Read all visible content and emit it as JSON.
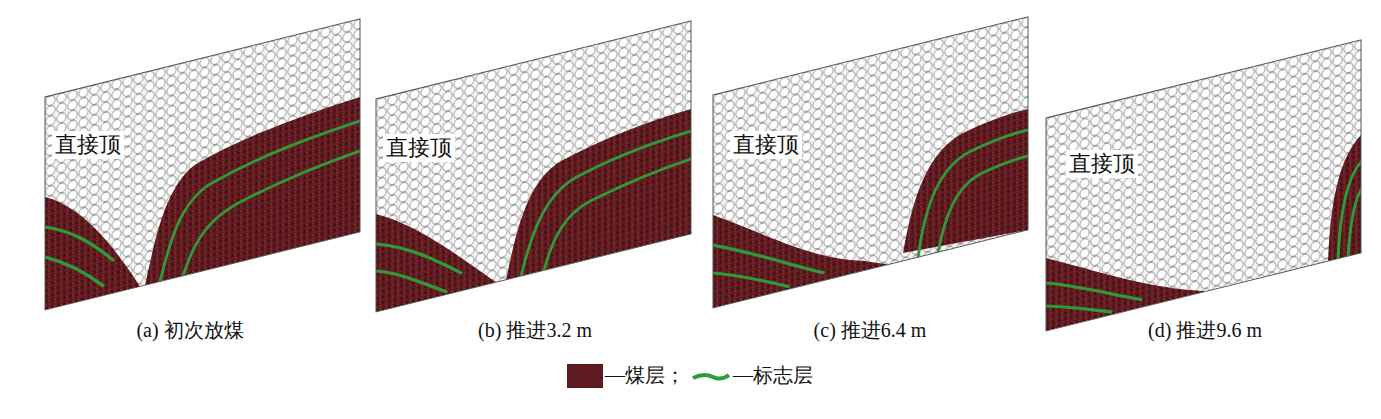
{
  "diagram": {
    "labels": [
      "直接顶",
      "(a) 初次放煤",
      "直接顶",
      "(b) 推进3.2 m",
      "直接顶",
      "(c) 推进6.4 m",
      "直接顶",
      "(d) 推进9.6 m"
    ],
    "legend": [
      {
        "text": "—煤层；",
        "color": "#5e1a1e"
      },
      {
        "text": "—标志层"
      }
    ]
  }
}
